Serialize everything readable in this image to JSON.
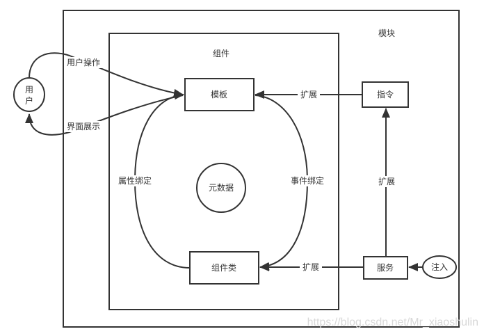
{
  "diagram": {
    "module_label": "模块",
    "component_label": "组件",
    "nodes": {
      "user": "用户",
      "template": "模板",
      "directive": "指令",
      "metadata": "元数据",
      "component_class": "组件类",
      "service": "服务",
      "injection": "注入"
    },
    "edges": {
      "user_action": "用户操作",
      "ui_display": "界面展示",
      "property_binding": "属性绑定",
      "event_binding": "事件绑定",
      "extend_directive_template": "扩展",
      "extend_service_directive": "扩展",
      "extend_service_class": "扩展"
    },
    "colors": {
      "stroke": "#333333",
      "text": "#333333"
    }
  },
  "watermark": "https://blog.csdn.net/Mr_xiaoshulin"
}
